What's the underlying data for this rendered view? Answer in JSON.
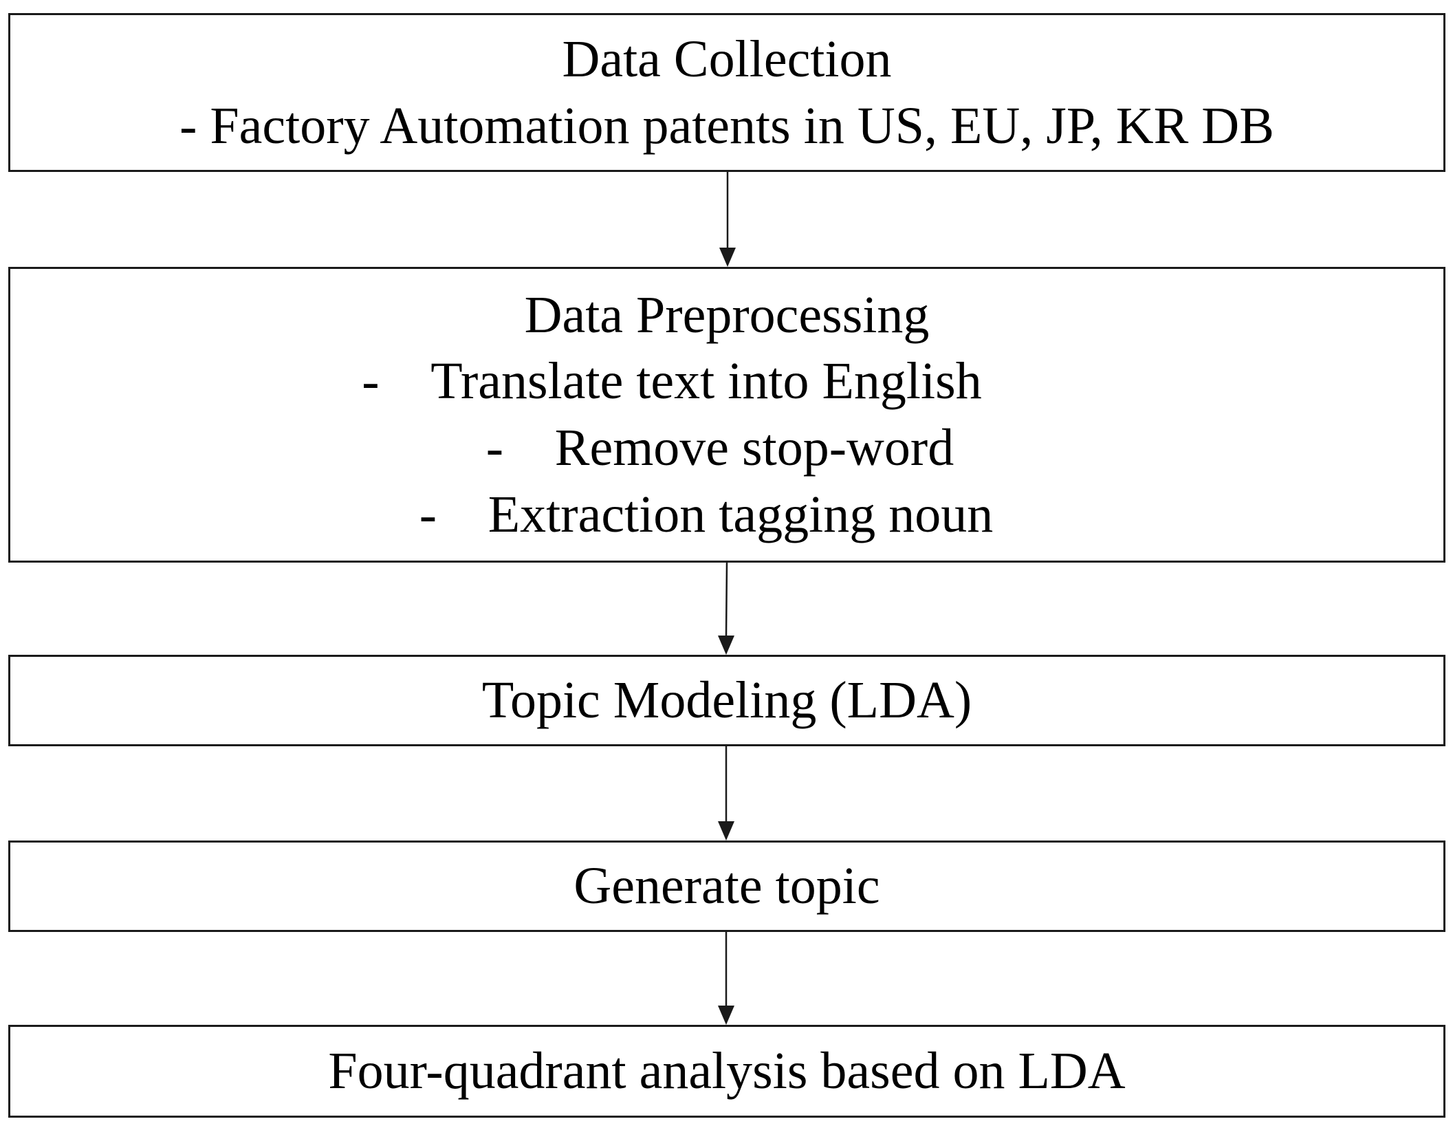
{
  "steps": {
    "collection": {
      "title": "Data Collection",
      "detail": "- Factory Automation patents in US, EU, JP, KR DB"
    },
    "preprocessing": {
      "title": "Data Preprocessing",
      "bullets": [
        {
          "dash": "-",
          "text": "Translate text into English"
        },
        {
          "dash": "-",
          "text": "Remove stop-word"
        },
        {
          "dash": "-",
          "text": "Extraction tagging noun"
        }
      ]
    },
    "topic_modeling": {
      "title": "Topic Modeling (LDA)"
    },
    "generate": {
      "title": "Generate topic"
    },
    "four_quadrant": {
      "title": "Four-quadrant analysis based on LDA"
    }
  },
  "colors": {
    "stroke": "#1a1a1a",
    "background": "#ffffff",
    "text": "#000000"
  }
}
